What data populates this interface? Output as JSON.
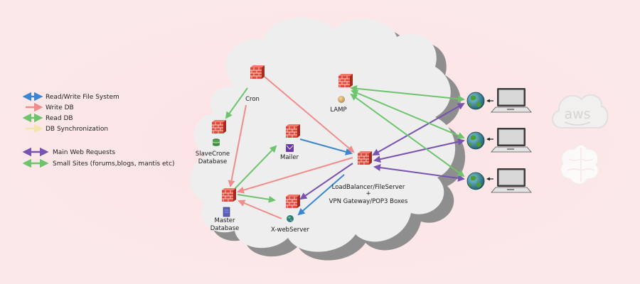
{
  "legend": {
    "items": [
      {
        "label": "Read/Write File System",
        "color": "#3a86d0"
      },
      {
        "label": "Write DB",
        "color": "#f08c8c"
      },
      {
        "label": "Read DB",
        "color": "#6cc46c"
      },
      {
        "label": "DB Synchronization",
        "color": "#f3e6a8"
      },
      {
        "label": "Main Web Requests",
        "color": "#7a52b0"
      },
      {
        "label": "Small Sites (forums,blogs, mantis etc)",
        "color": "#6cc46c"
      }
    ]
  },
  "nodes": {
    "cron": "Cron",
    "slave_line1": "SlaveCrone",
    "slave_line2": "Database",
    "mailer": "Mailer",
    "master_line1": "Master",
    "master_line2": "Database",
    "xweb": "X-webServer",
    "lamp": "LAMP",
    "lb_line1": "LoadBalancer/FileServer",
    "lb_line2": "+",
    "lb_line3": "VPN Gateway/POP3 Boxes"
  },
  "logos": {
    "aws": "aws"
  },
  "colors": {
    "background": "#fbe9ea",
    "cloud": "#eeeeee",
    "cloud_shadow": "#8e8e8e",
    "read_write_fs": "#3a86d0",
    "write_db": "#f08c8c",
    "read_db": "#6cc46c",
    "main_web": "#7a52b0"
  }
}
